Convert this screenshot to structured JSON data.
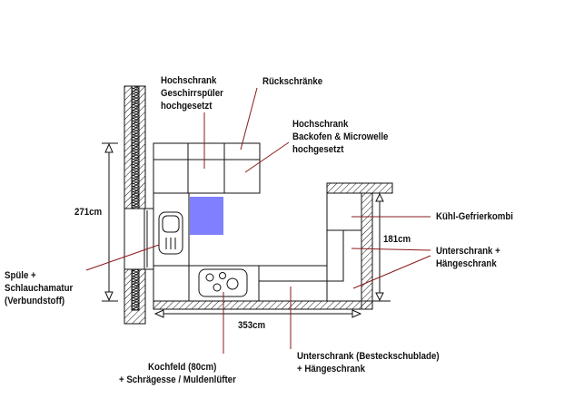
{
  "labels": {
    "hochschrank_geschirr": [
      "Hochschrank",
      "Geschirrspüler",
      "hochgesetzt"
    ],
    "rueckschraenke": "Rückschränke",
    "hochschrank_backofen": [
      "Hochschrank",
      "Backofen & Microwelle",
      "hochgesetzt"
    ],
    "kuehl": "Kühl-Gefrierkombi",
    "unterschrank_haenge": [
      "Unterschrank +",
      "Hängeschrank"
    ],
    "spuele": [
      "Spüle +",
      "Schlauchamatur",
      "(Verbundstoff)"
    ],
    "kochfeld": [
      "Kochfeld (80cm)",
      "+ Schrägesse / Muldenlüfter"
    ],
    "unterschrank_besteck": [
      "Unterschrank (Besteckschublade)",
      "+ Hängeschrank"
    ]
  },
  "dimensions": {
    "height_left": "271cm",
    "height_right": "181cm",
    "width": "353cm"
  },
  "colors": {
    "lines": "#111111",
    "leaders": "#8b1a1a",
    "highlight": "#7f7fff"
  }
}
